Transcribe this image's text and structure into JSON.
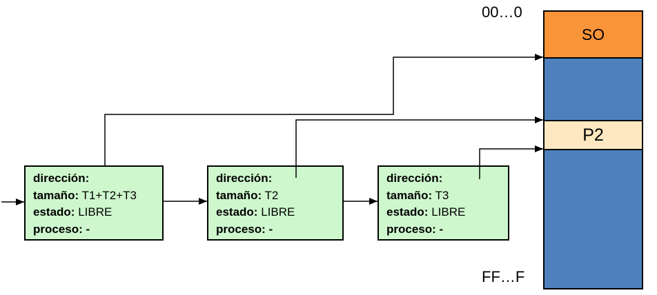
{
  "memory_map": {
    "top_address": "00…0",
    "bottom_address": "FF…F",
    "colors": {
      "os_segment": "#F99438",
      "used_segment": "#4E81BC",
      "process_segment": "#FDE8C1"
    },
    "segments": [
      {
        "id": "so",
        "label": "SO"
      },
      {
        "id": "used-1",
        "label": ""
      },
      {
        "id": "p2",
        "label": "P2"
      },
      {
        "id": "used-2",
        "label": ""
      }
    ]
  },
  "free_list": {
    "box_color": "#CEF7CD",
    "nodes": [
      {
        "fields": [
          {
            "b": "dirección:",
            "r": ""
          },
          {
            "b": "tamaño:",
            "r": " T1+T2+T3"
          },
          {
            "b": "estado:",
            "r": " LIBRE"
          },
          {
            "b": "proceso",
            "r": ": -"
          }
        ]
      },
      {
        "fields": [
          {
            "b": "dirección:",
            "r": ""
          },
          {
            "b": "tamaño:",
            "r": " T2"
          },
          {
            "b": "estado:",
            "r": " LIBRE"
          },
          {
            "b": "proceso",
            "r": ": -"
          }
        ]
      },
      {
        "fields": [
          {
            "b": "dirección:",
            "r": ""
          },
          {
            "b": "tamaño:",
            "r": " T3"
          },
          {
            "b": "estado:",
            "r": " LIBRE"
          },
          {
            "b": "proceso",
            "r": ": -"
          }
        ]
      }
    ]
  }
}
